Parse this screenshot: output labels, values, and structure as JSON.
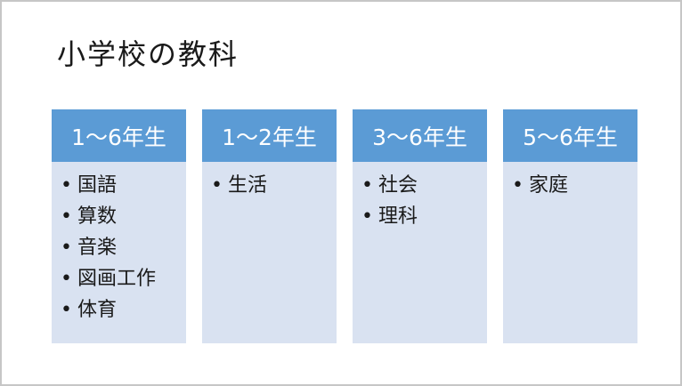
{
  "slide": {
    "title": "小学校の教科",
    "bullet": "•"
  },
  "colors": {
    "header_bg": "#5B9BD5",
    "header_text": "#FFFFFF",
    "body_bg": "#D9E2F1",
    "text": "#1A1A1A",
    "slide_border": "#C6C6C6"
  },
  "columns": [
    {
      "header": "1〜6年生",
      "items": [
        "国語",
        "算数",
        "音楽",
        "図画工作",
        "体育"
      ]
    },
    {
      "header": "1〜2年生",
      "items": [
        "生活"
      ]
    },
    {
      "header": "3〜6年生",
      "items": [
        "社会",
        "理科"
      ]
    },
    {
      "header": "5〜6年生",
      "items": [
        "家庭"
      ]
    }
  ]
}
